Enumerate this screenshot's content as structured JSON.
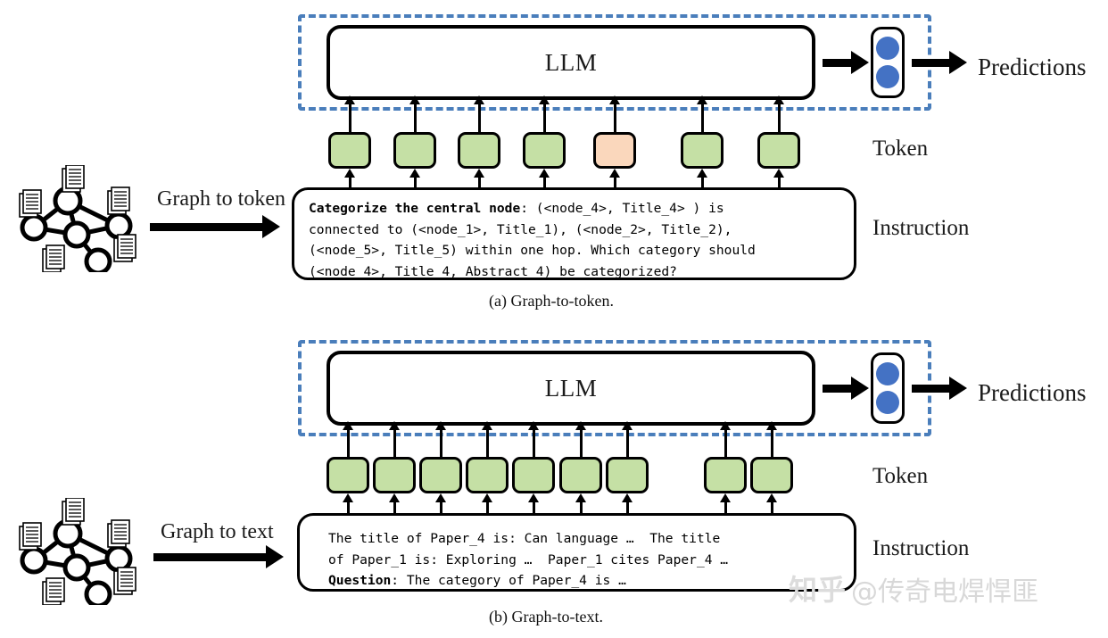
{
  "figure": {
    "panels": [
      {
        "id": "a",
        "caption": "(a) Graph-to-token.",
        "llm_label": "LLM",
        "predictions_label": "Predictions",
        "transform_label": "Graph to token",
        "token_row_label": "Token",
        "instruction_label": "Instruction",
        "instruction_bold": "Categorize the central node",
        "instruction_rest": ": (<node_4>, Title_4> ) is\nconnected to (<node_1>, Title_1), (<node_2>, Title_2),\n(<node_5>, Title_5) within one hop. Which category should\n(<node_4>, Title_4, Abstract_4) be categorized?",
        "tokens": [
          {
            "color": "green"
          },
          {
            "color": "green"
          },
          {
            "color": "green"
          },
          {
            "color": "green"
          },
          {
            "color": "orange"
          },
          {
            "color": "green"
          },
          {
            "color": "green"
          }
        ]
      },
      {
        "id": "b",
        "caption": "(b) Graph-to-text.",
        "llm_label": "LLM",
        "predictions_label": "Predictions",
        "transform_label": "Graph to text",
        "token_row_label": "Token",
        "instruction_label": "Instruction",
        "instruction_line1": "The title of Paper_4 is: Can language …  The title",
        "instruction_line2": "of Paper_1 is: Exploring …  Paper_1 cites Paper_4 …",
        "instruction_bold": "Question",
        "instruction_rest": ": The category of Paper_4 is …",
        "tokens": [
          {
            "color": "green"
          },
          {
            "color": "green"
          },
          {
            "color": "green"
          },
          {
            "color": "green"
          },
          {
            "color": "green"
          },
          {
            "color": "green"
          },
          {
            "color": "green"
          },
          {
            "color": "green"
          },
          {
            "color": "green"
          }
        ]
      }
    ],
    "colors": {
      "token_green": "#c5e0a5",
      "token_orange": "#fad7bc",
      "dashed_border_blue": "#4a7ebb",
      "prediction_dot_blue": "#4472c4",
      "outline_black": "#000000"
    },
    "watermark": {
      "logo": "知乎",
      "handle": "@传奇电焊悍匪"
    }
  }
}
